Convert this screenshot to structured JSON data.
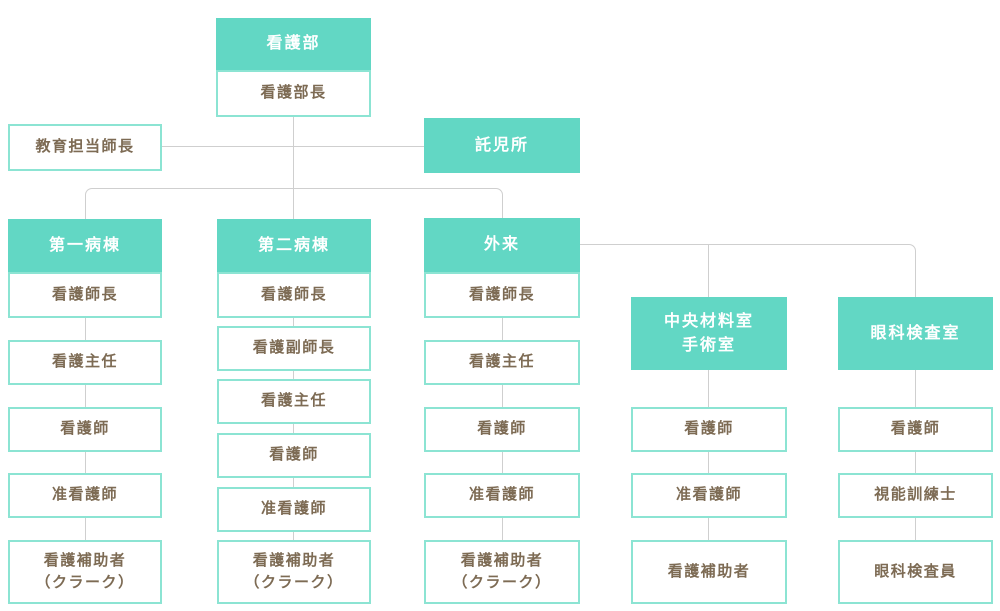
{
  "colors": {
    "node_fill": "#62d7c4",
    "node_border": "#8ce4d3",
    "label_text": "#7d6b54",
    "header_text": "#ffffff",
    "connector": "#cfcfcf"
  },
  "chart": {
    "root": {
      "header": "看護部",
      "officer": "看護部長"
    },
    "education_officer": "教育担当師長",
    "daycare": "託児所",
    "columns": [
      {
        "header": "第一病棟",
        "roles": [
          "看護師長",
          "看護主任",
          "看護師",
          "准看護師",
          "看護補助者\n（クラーク）"
        ]
      },
      {
        "header": "第二病棟",
        "roles": [
          "看護師長",
          "看護副師長",
          "看護主任",
          "看護師",
          "准看護師",
          "看護補助者\n（クラーク）"
        ]
      },
      {
        "header": "外来",
        "roles": [
          "看護師長",
          "看護主任",
          "看護師",
          "准看護師",
          "看護補助者\n（クラーク）"
        ]
      },
      {
        "header": "中央材料室\n手術室",
        "roles": [
          "看護師",
          "准看護師",
          "看護補助者"
        ]
      },
      {
        "header": "眼科検査室",
        "roles": [
          "看護師",
          "視能訓練士",
          "眼科検査員"
        ]
      }
    ]
  }
}
